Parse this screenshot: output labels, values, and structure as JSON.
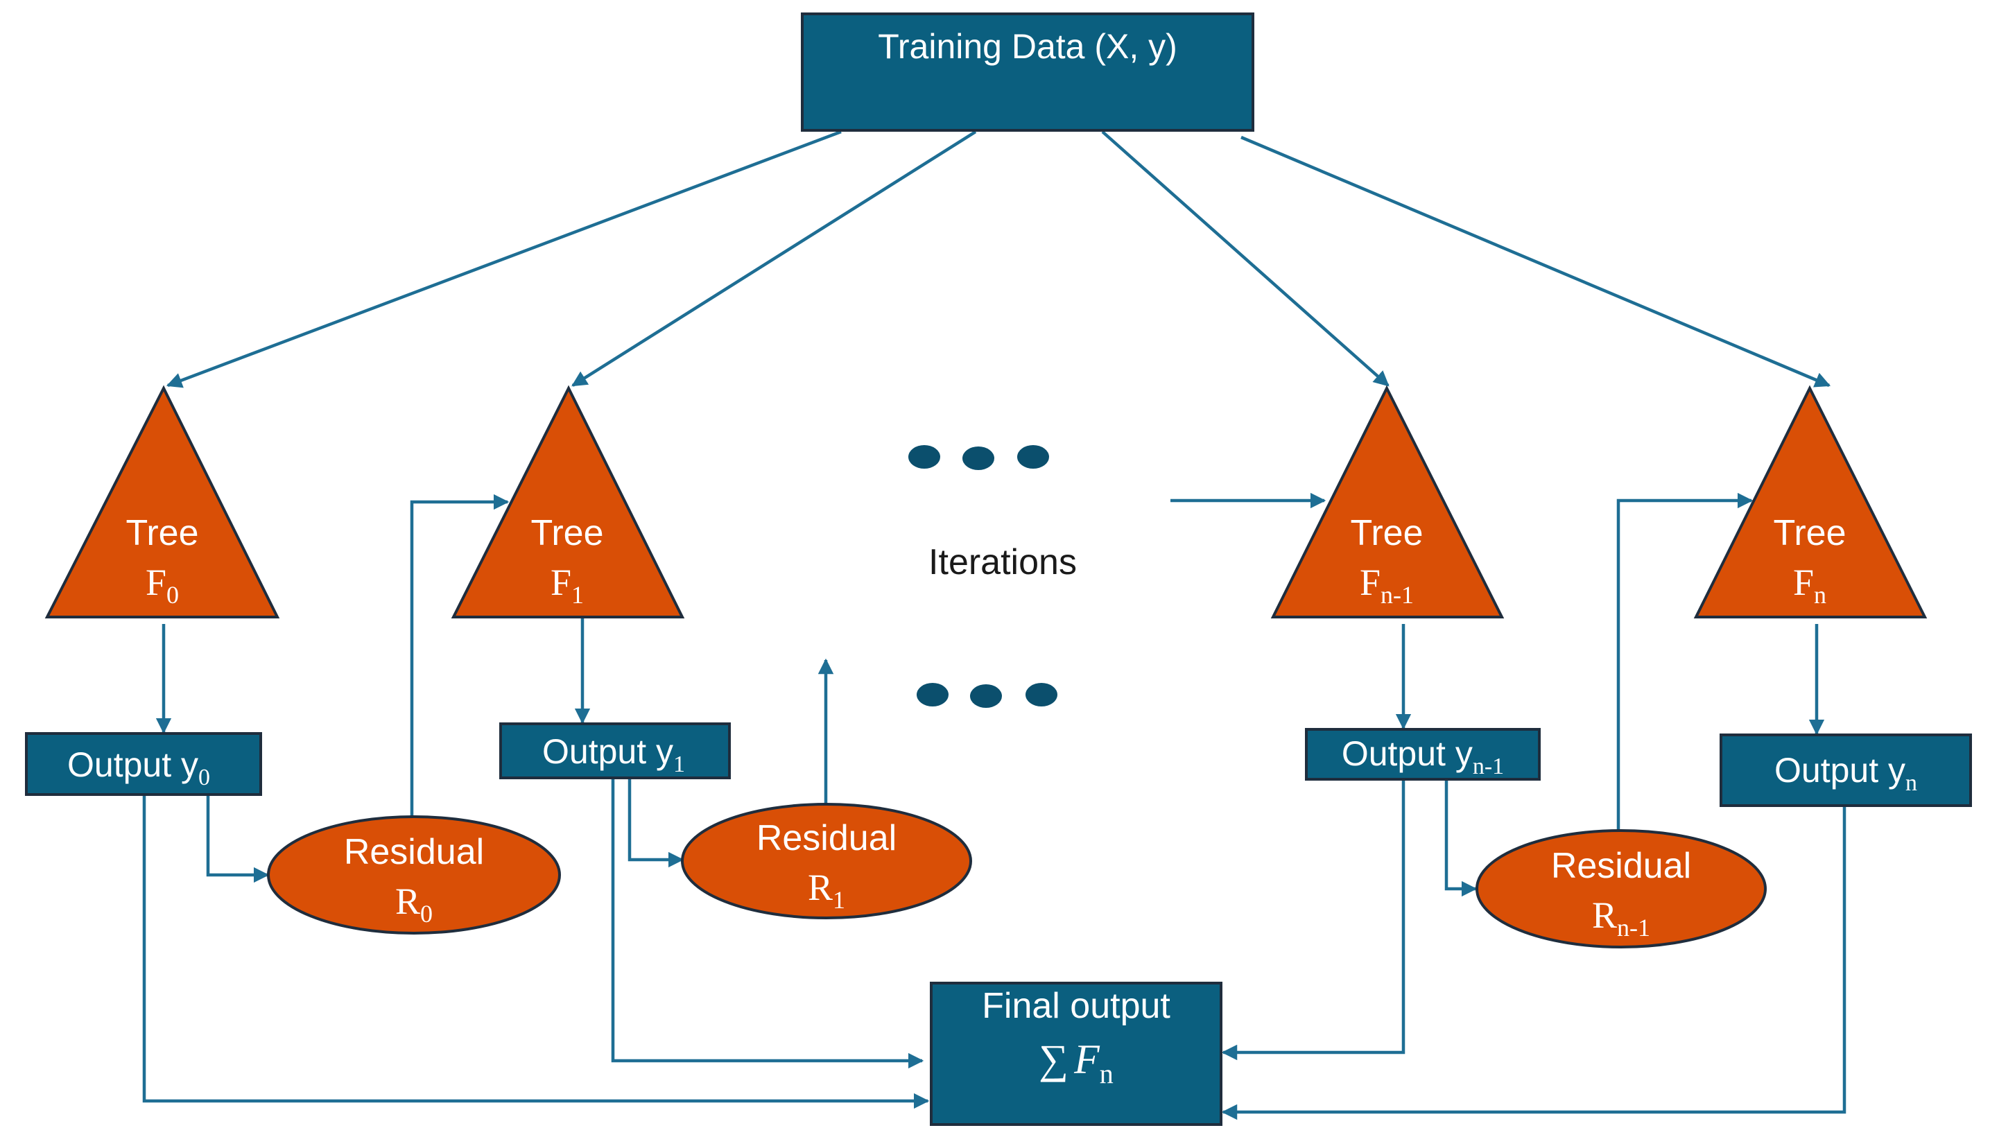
{
  "colors": {
    "box_fill": "#0b5f7f",
    "shape_fill": "#d94f06",
    "line": "#1e6e94",
    "dot": "#0b4f6d",
    "text_light": "#ffffff",
    "text_dark": "#1a1a1a"
  },
  "training": {
    "label": "Training Data (X, y)"
  },
  "trees": [
    {
      "word": "Tree",
      "symbol": "F",
      "sub": "0"
    },
    {
      "word": "Tree",
      "symbol": "F",
      "sub": "1"
    },
    {
      "word": "Tree",
      "symbol": "F",
      "sub": "n-1"
    },
    {
      "word": "Tree",
      "symbol": "F",
      "sub": "n"
    }
  ],
  "outputs": [
    {
      "word": "Output y",
      "sub": "0"
    },
    {
      "word": "Output y",
      "sub": "1"
    },
    {
      "word": "Output y",
      "sub": "n-1"
    },
    {
      "word": "Output y",
      "sub": "n"
    }
  ],
  "residuals": [
    {
      "word": "Residual",
      "symbol": "R",
      "sub": "0"
    },
    {
      "word": "Residual",
      "symbol": "R",
      "sub": "1"
    },
    {
      "word": "Residual",
      "symbol": "R",
      "sub": "n-1"
    }
  ],
  "iterations": {
    "label": "Iterations"
  },
  "final": {
    "title": "Final output",
    "sigma": "∑",
    "symbol": "F",
    "sub": "n"
  }
}
